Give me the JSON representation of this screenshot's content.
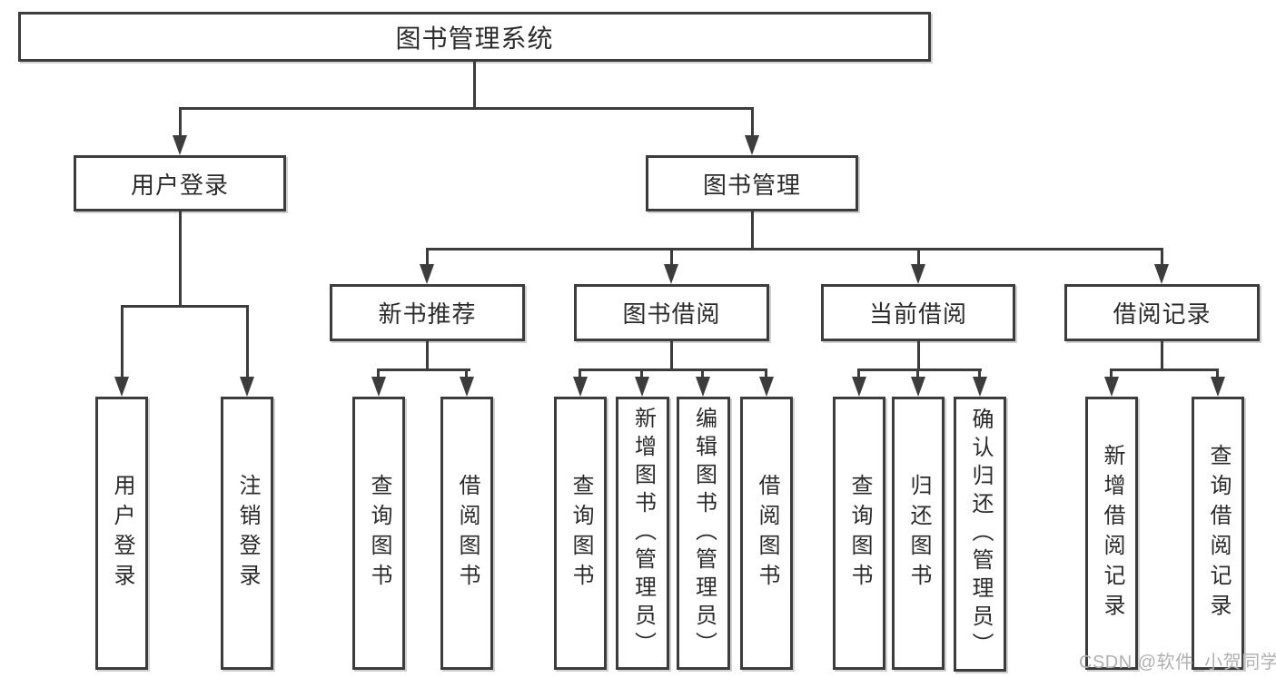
{
  "diagram_type": "hierarchy-tree",
  "tree": {
    "label": "图书管理系统",
    "children": [
      {
        "label": "用户登录",
        "children": [
          {
            "label": "用户登录"
          },
          {
            "label": "注销登录"
          }
        ]
      },
      {
        "label": "图书管理",
        "children": [
          {
            "label": "新书推荐",
            "children": [
              {
                "label": "查询图书"
              },
              {
                "label": "借阅图书"
              }
            ]
          },
          {
            "label": "图书借阅",
            "children": [
              {
                "label": "查询图书"
              },
              {
                "label": "新增图书（管理员）"
              },
              {
                "label": "编辑图书（管理员）"
              },
              {
                "label": "借阅图书"
              }
            ]
          },
          {
            "label": "当前借阅",
            "children": [
              {
                "label": "查询图书"
              },
              {
                "label": "归还图书"
              },
              {
                "label": "确认归还（管理员）"
              }
            ]
          },
          {
            "label": "借阅记录",
            "children": [
              {
                "label": "新增借阅记录"
              },
              {
                "label": "查询借阅记录"
              }
            ]
          }
        ]
      }
    ]
  },
  "watermark": {
    "text": "CSDN @软件_小贺同学"
  },
  "colors": {
    "line": "#3c3c3c",
    "text": "#2b2b2b",
    "watermark": "#b0b0b0",
    "background": "#ffffff"
  }
}
